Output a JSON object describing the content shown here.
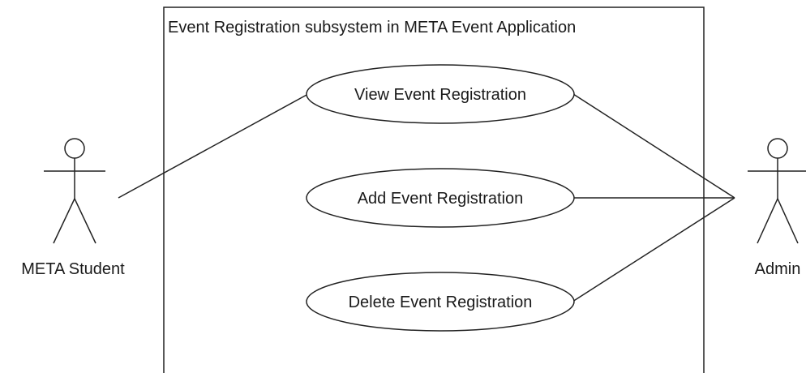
{
  "system": {
    "title": "Event Registration subsystem in META Event Application"
  },
  "actors": {
    "student": {
      "label": "META Student"
    },
    "admin": {
      "label": "Admin"
    }
  },
  "use_cases": {
    "view": {
      "label": "View Event Registration"
    },
    "add": {
      "label": "Add Event Registration"
    },
    "delete": {
      "label": "Delete Event Registration"
    }
  }
}
